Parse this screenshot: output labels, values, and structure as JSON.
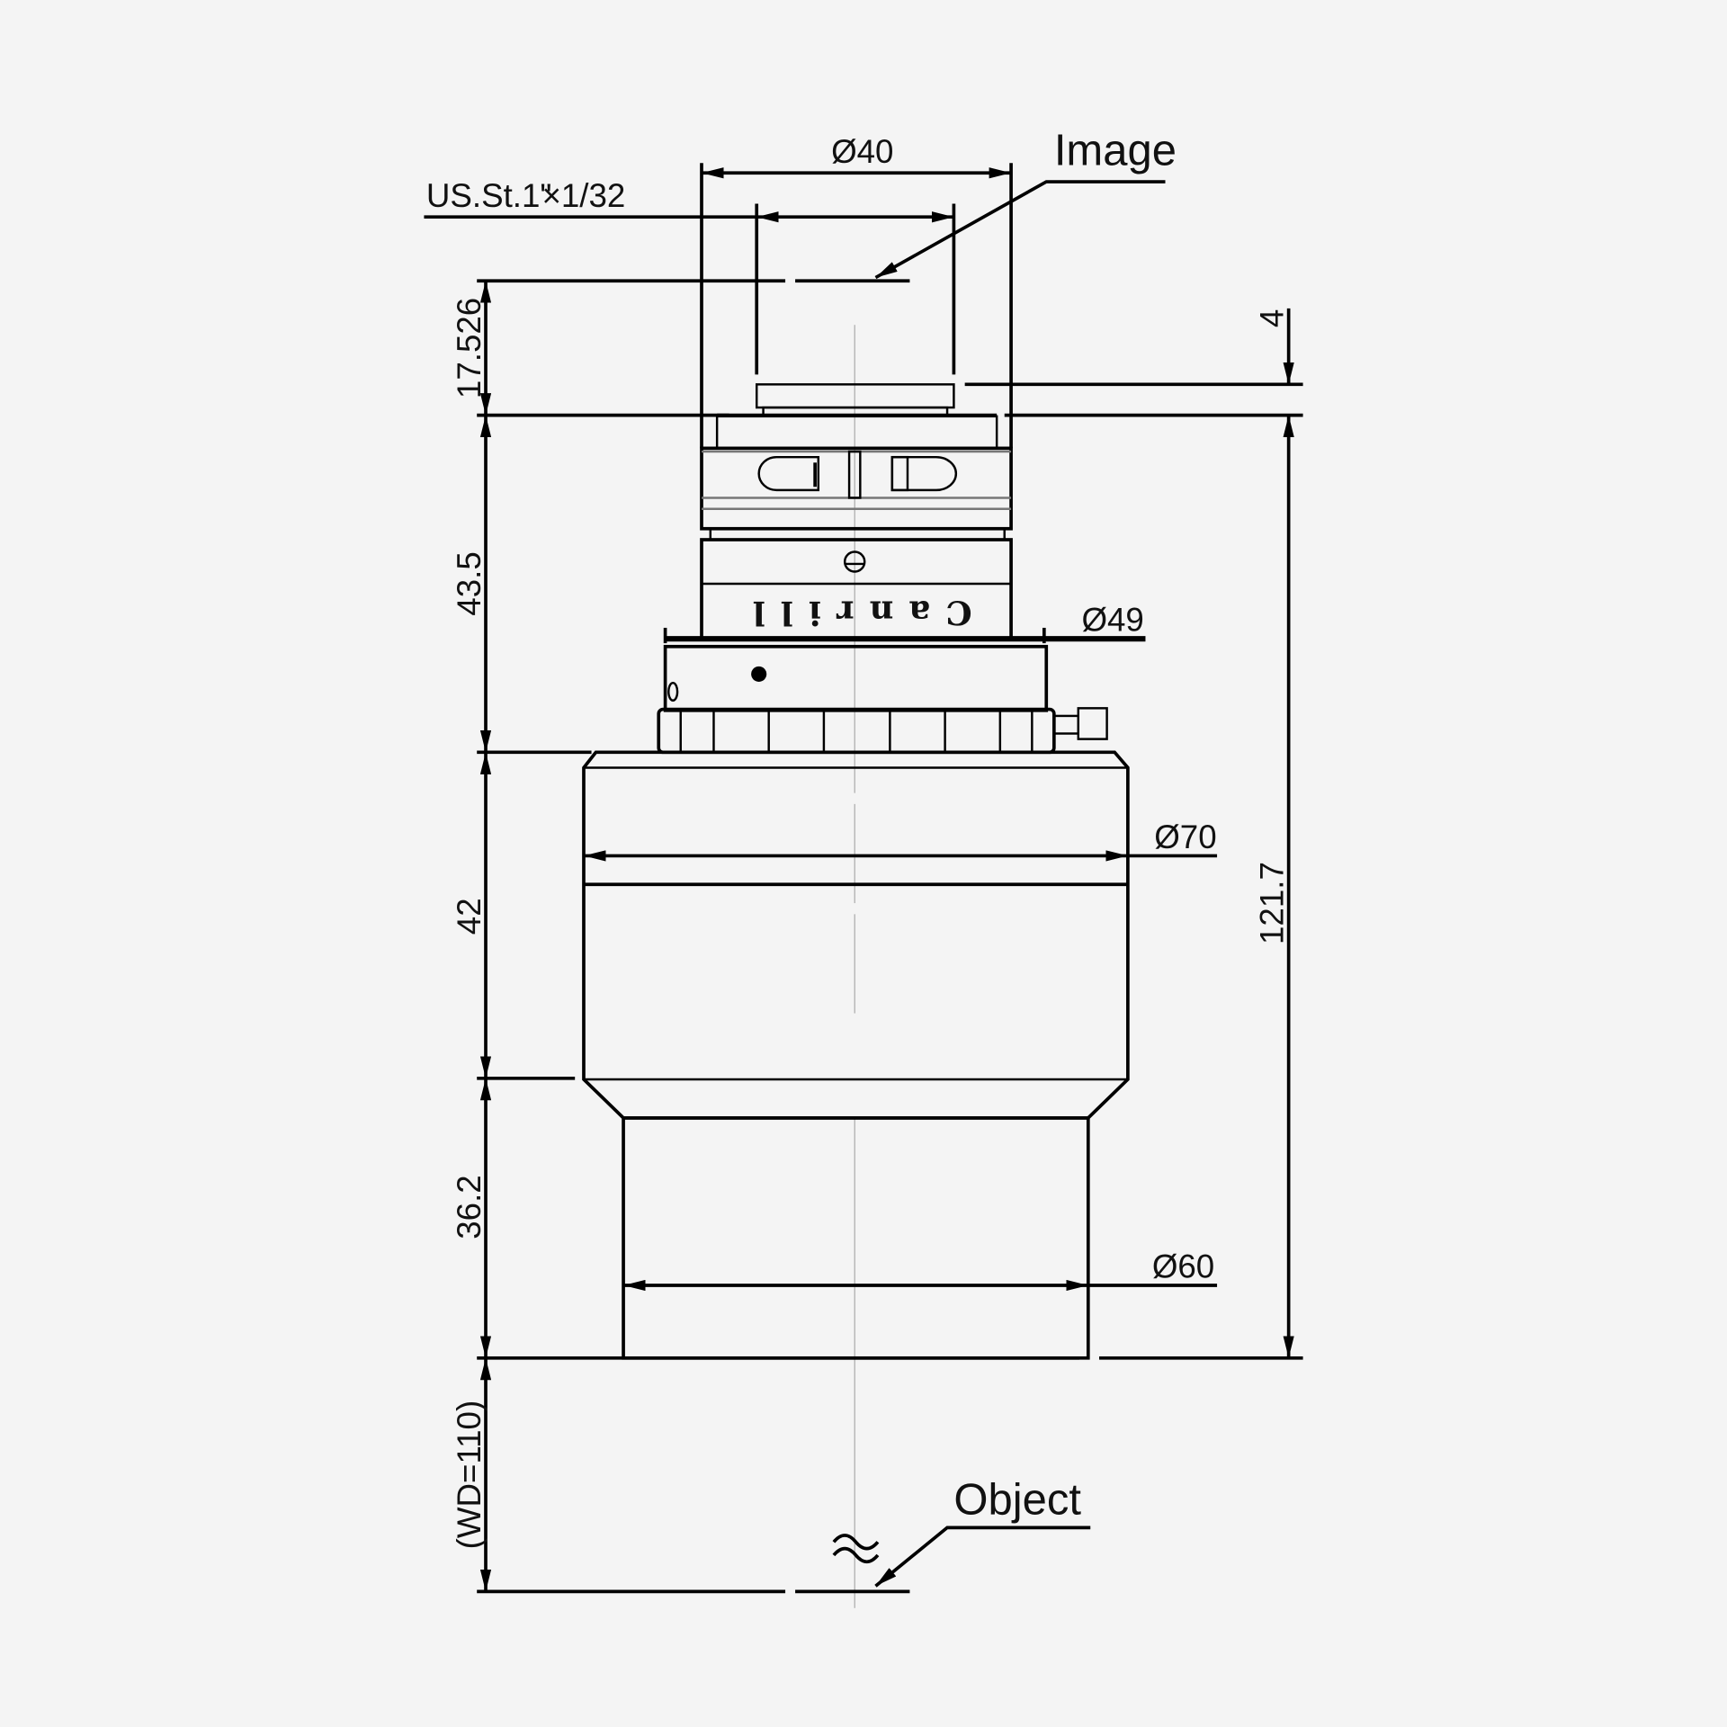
{
  "drawing": {
    "image_label": "Image",
    "object_label": "Object",
    "mount_label": "US.St.1\"",
    "mount_pitch": "×1/32",
    "brand_logo": "Canrill",
    "diameters": {
      "top": "Ø40",
      "focus_ring": "Ø49",
      "body": "Ø70",
      "front": "Ø60"
    },
    "lengths": {
      "image_to_flange": "17.526",
      "flange_offset": "4",
      "upper_section": "43.5",
      "middle_section": "42",
      "lower_section": "36.2",
      "total": "121.7",
      "working_distance": "(WD=110)"
    }
  }
}
